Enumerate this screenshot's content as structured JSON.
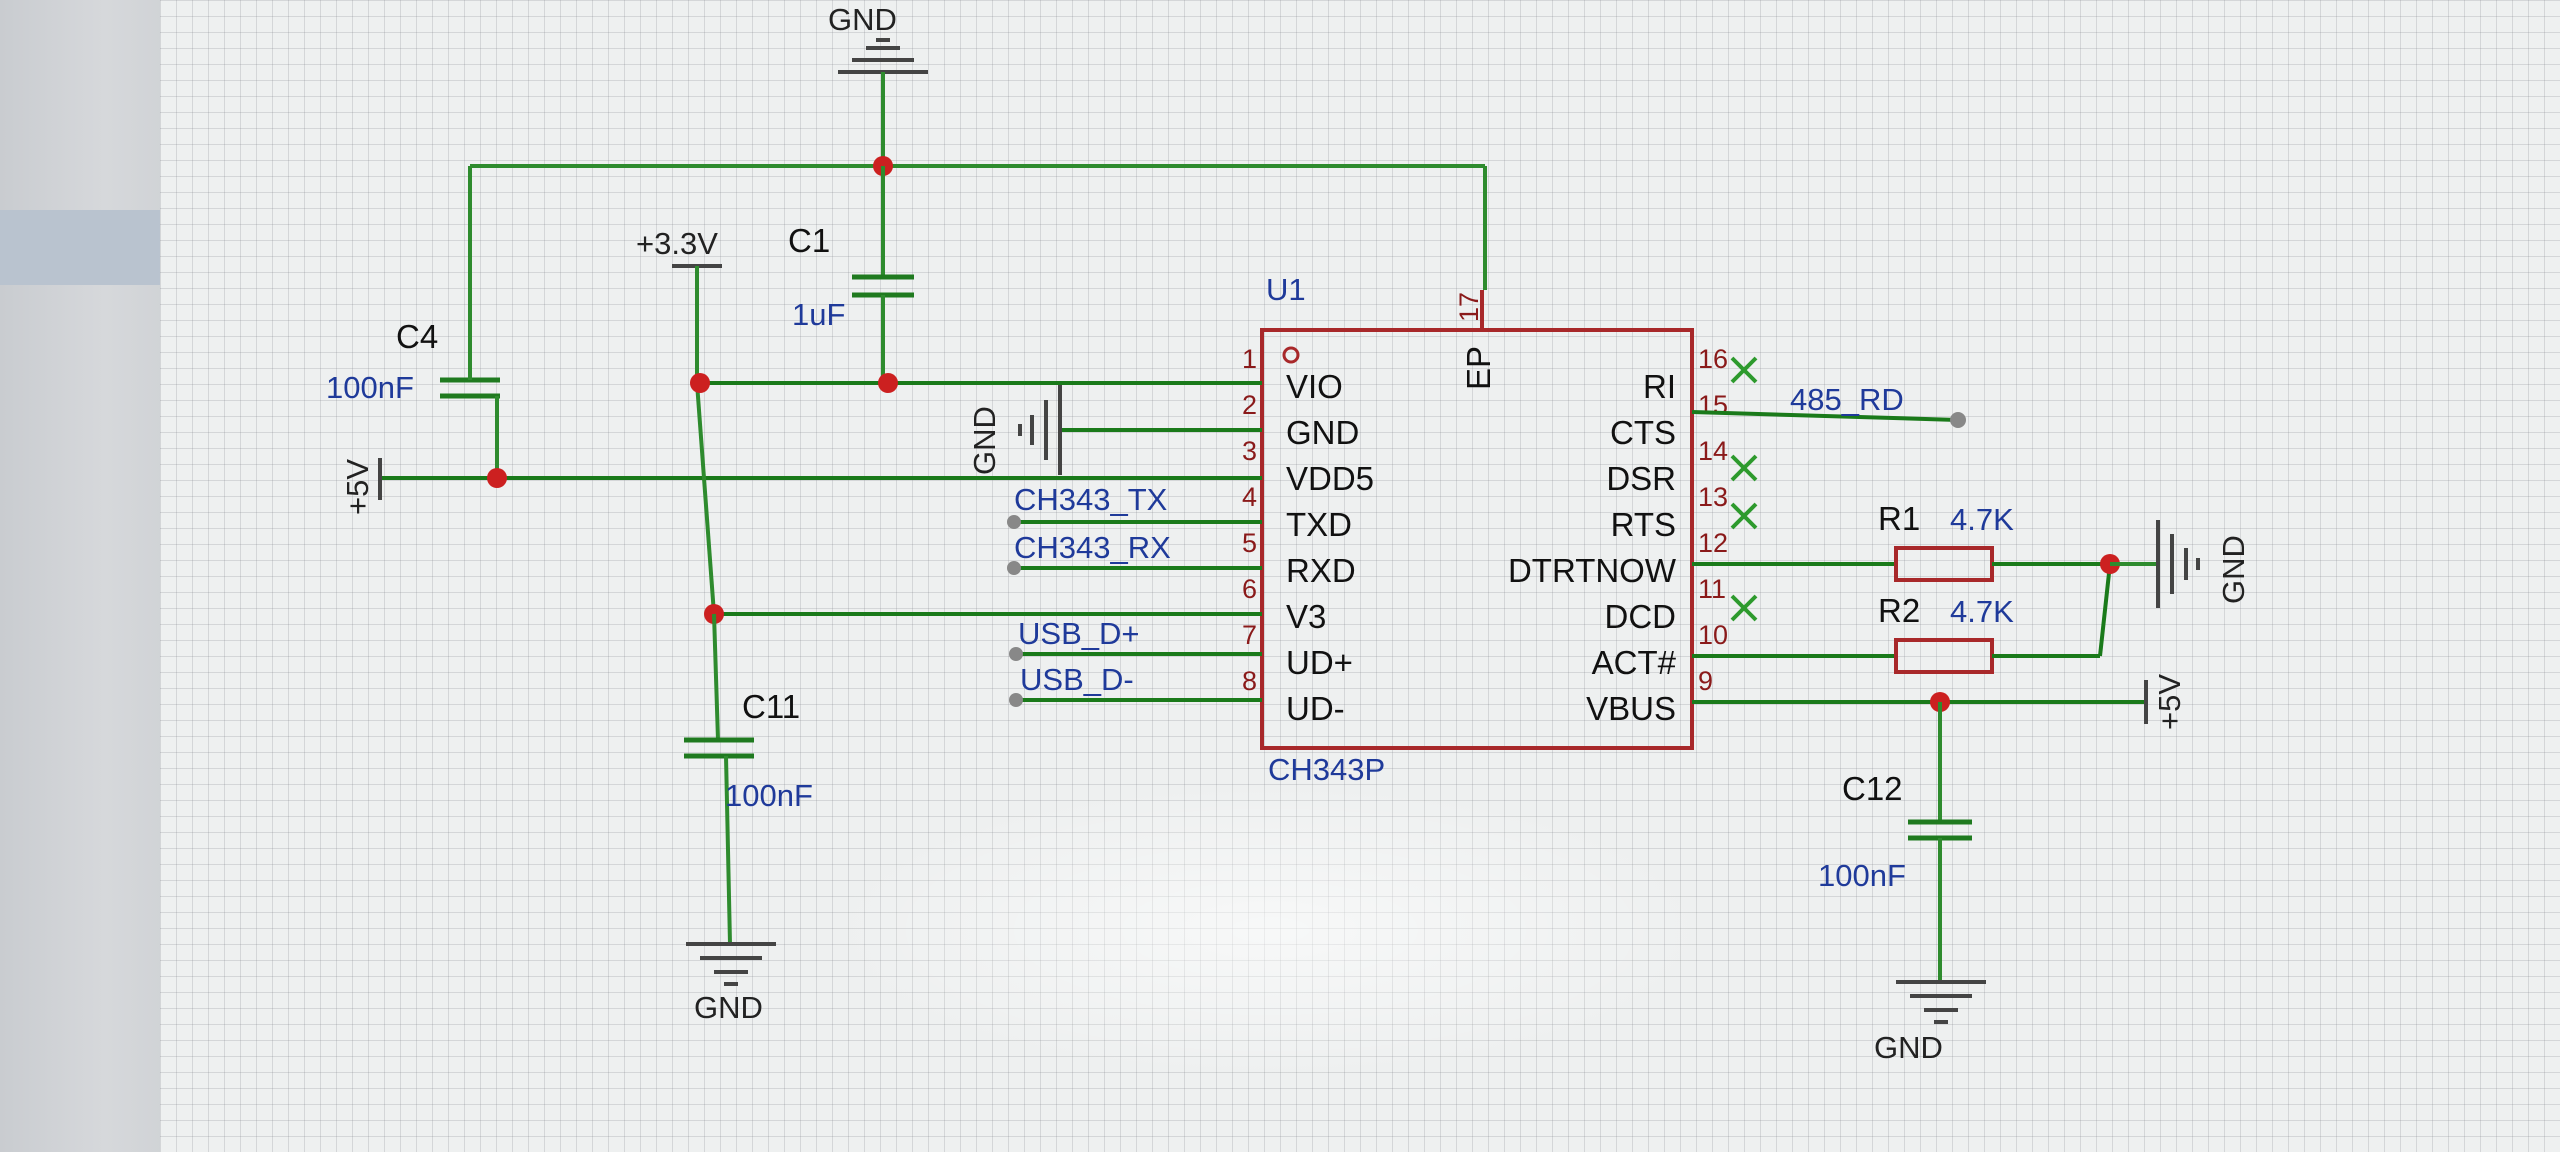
{
  "chip": {
    "ref": "U1",
    "part": "CH343P",
    "ep_label": "EP",
    "ep_pin": "17",
    "left_pins": [
      {
        "num": "1",
        "name": "VIO"
      },
      {
        "num": "2",
        "name": "GND"
      },
      {
        "num": "3",
        "name": "VDD5"
      },
      {
        "num": "4",
        "name": "TXD"
      },
      {
        "num": "5",
        "name": "RXD"
      },
      {
        "num": "6",
        "name": "V3"
      },
      {
        "num": "7",
        "name": "UD+"
      },
      {
        "num": "8",
        "name": "UD-"
      }
    ],
    "right_pins": [
      {
        "num": "16",
        "name": "RI"
      },
      {
        "num": "15",
        "name": "CTS"
      },
      {
        "num": "14",
        "name": "DSR"
      },
      {
        "num": "13",
        "name": "RTS"
      },
      {
        "num": "12",
        "name": "DTRTNOW"
      },
      {
        "num": "11",
        "name": "DCD"
      },
      {
        "num": "10",
        "name": "ACT#"
      },
      {
        "num": "9",
        "name": "VBUS"
      }
    ]
  },
  "nets": {
    "ch343_tx": "CH343_TX",
    "ch343_rx": "CH343_RX",
    "usb_dp": "USB_D+",
    "usb_dm": "USB_D-",
    "rd485": "485_RD"
  },
  "power": {
    "gnd": "GND",
    "v33": "+3.3V",
    "v5": "+5V"
  },
  "components": {
    "c1": {
      "ref": "C1",
      "value": "1uF"
    },
    "c4": {
      "ref": "C4",
      "value": "100nF"
    },
    "c11": {
      "ref": "C11",
      "value": "100nF"
    },
    "c12": {
      "ref": "C12",
      "value": "100nF"
    },
    "r1": {
      "ref": "R1",
      "value": "4.7K"
    },
    "r2": {
      "ref": "R2",
      "value": "4.7K"
    }
  },
  "colors": {
    "wire": "#2e8b2e",
    "part_outline": "#a8282a",
    "net_label": "#1f3a9a",
    "junction": "#cc2020"
  }
}
